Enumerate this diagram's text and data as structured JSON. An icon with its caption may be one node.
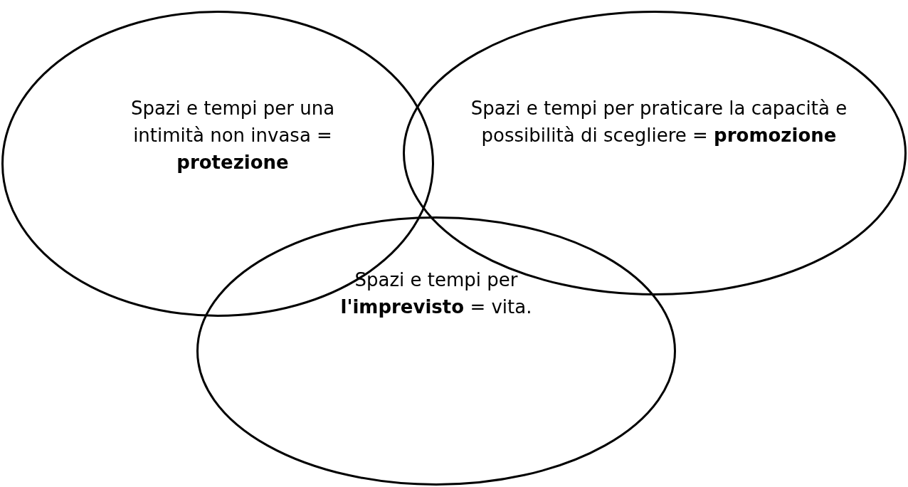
{
  "diagram": {
    "nodes": [
      {
        "text": [
          "Spazi e tempi per una intimità non invasa = **protezione**"
        ]
      },
      {
        "text": [
          "Spazi e tempi per praticare la capacità e possibilità di scegliere = **promozione**"
        ]
      },
      {
        "text": [
          "Spazi e tempi per **l'imprevisto** = vita."
        ]
      }
    ]
  }
}
